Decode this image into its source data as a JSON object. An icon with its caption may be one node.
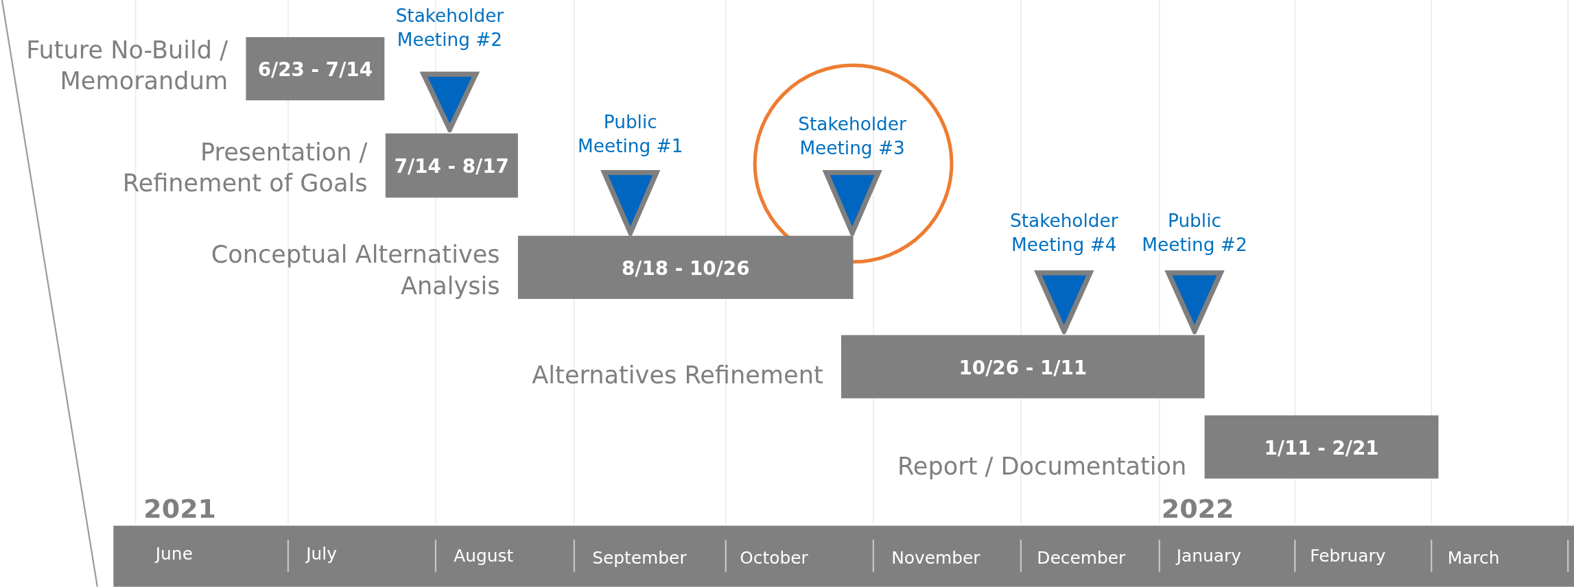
{
  "diagram": {
    "nodes": [
      {
        "text": [
          "Stakeholder Meeting #2"
        ]
      },
      {
        "text": [
          "6/23 - 7/14"
        ],
        "beside": [
          "Future No-Build / Memorandum"
        ]
      },
      {
        "text": [
          "7/14 - 8/17"
        ],
        "beside": [
          "Presentation / Refinement of Goals"
        ]
      },
      {
        "text": [
          "Public Meeting #1"
        ]
      },
      {
        "text": [],
        "shape": "circle"
      },
      {
        "text": [
          "Stakeholder Meeting #3"
        ],
        "in": 4
      },
      {
        "text": [
          "8/18 - 10/26"
        ],
        "beside": [
          "Conceptual Alternatives Analysis"
        ]
      },
      {
        "text": [
          "Stakeholder Meeting #4"
        ]
      },
      {
        "text": [
          "Public Meeting #2"
        ]
      },
      {
        "text": [
          "10/26 - 1/11"
        ],
        "beside": [
          "Alternatives Refinement"
        ]
      },
      {
        "text": [
          "1/11 - 2/21"
        ],
        "beside": [
          "Report / Documentation"
        ]
      }
    ],
    "labels": [
      "2021",
      "2022",
      "June",
      "July",
      "August",
      "September",
      "October",
      "November",
      "December",
      "January",
      "February",
      "March"
    ]
  }
}
